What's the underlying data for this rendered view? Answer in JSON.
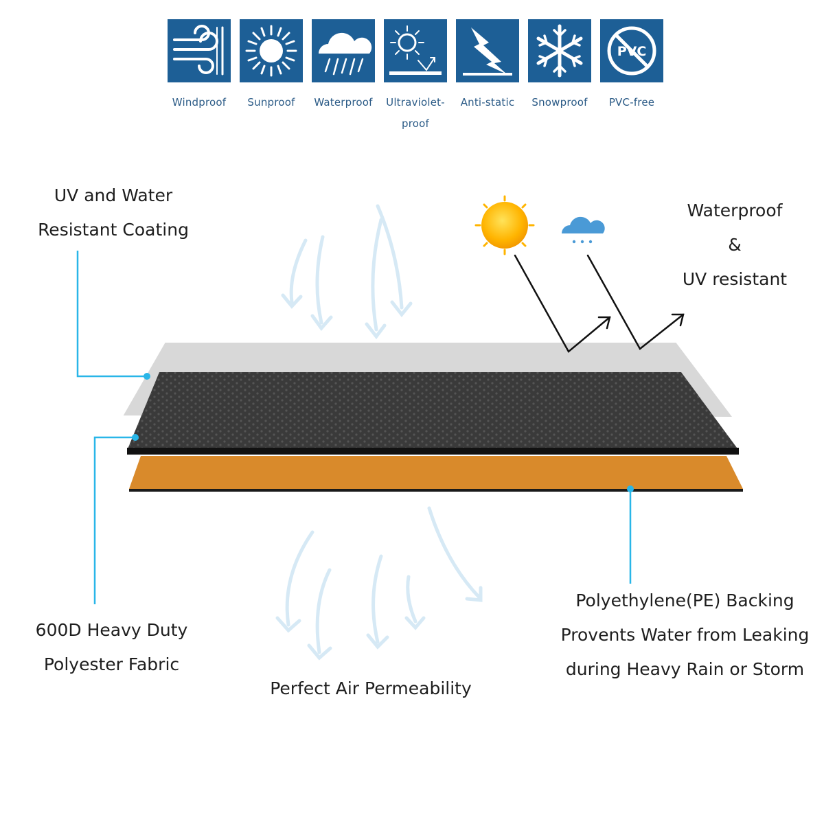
{
  "features": [
    {
      "icon": "wind-icon",
      "label": "Windproof"
    },
    {
      "icon": "sun-icon",
      "label": "Sunproof"
    },
    {
      "icon": "rain-cloud-icon",
      "label": "Waterproof"
    },
    {
      "icon": "uv-reflect-icon",
      "label": "Ultraviolet-\nproof"
    },
    {
      "icon": "lightning-icon",
      "label": "Anti-static"
    },
    {
      "icon": "snowflake-icon",
      "label": "Snowproof"
    },
    {
      "icon": "no-pvc-icon",
      "label": "PVC-free",
      "badge": "PVC"
    }
  ],
  "colors": {
    "icon_tile": "#1d5f96",
    "leader_line": "#29b6e8",
    "coating_layer": "#d8d8d8",
    "fabric_layer": "#3a3a3a",
    "backing_layer": "#d98a2b",
    "air_arrow": "#cfe6f3"
  },
  "callouts": {
    "coating": "UV  and Water\nResistant Coating",
    "fabric": "600D Heavy Duty\nPolyester Fabric",
    "air": "Perfect Air Permeability",
    "backing": "Polyethylene(PE) Backing\nProvents Water from Leaking\nduring Heavy Rain or Storm",
    "resistant": "Waterproof\n&\nUV resistant"
  }
}
